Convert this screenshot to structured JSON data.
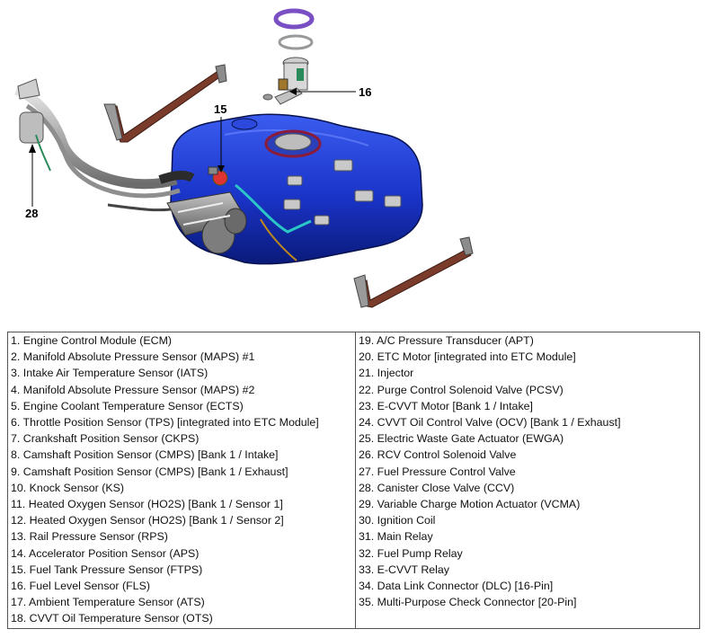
{
  "callouts": {
    "label_15": "15",
    "label_16": "16",
    "label_28": "28"
  },
  "colors": {
    "tank": "#1f3fd6",
    "tank_dark": "#0b1f8a",
    "strap": "#7a3b2a",
    "canister": "#8a8a8a",
    "pump_ring": "#8a5fc9"
  },
  "legend": {
    "left": [
      "1. Engine Control Module (ECM)",
      "2. Manifold Absolute Pressure Sensor (MAPS) #1",
      "3. Intake Air Temperature Sensor (IATS)",
      "4. Manifold Absolute Pressure Sensor (MAPS) #2",
      "5. Engine Coolant Temperature Sensor (ECTS)",
      "6. Throttle Position Sensor (TPS) [integrated into ETC Module]",
      "7. Crankshaft Position Sensor (CKPS)",
      "8. Camshaft Position Sensor (CMPS) [Bank 1 / Intake]",
      "9. Camshaft Position Sensor (CMPS) [Bank 1 / Exhaust]",
      "10. Knock Sensor (KS)",
      "11. Heated Oxygen Sensor (HO2S) [Bank 1 / Sensor 1]",
      "12. Heated Oxygen Sensor (HO2S) [Bank 1 / Sensor 2]",
      "13. Rail Pressure Sensor (RPS)",
      "14. Accelerator Position Sensor (APS)",
      "15. Fuel Tank Pressure Sensor (FTPS)",
      "16. Fuel Level Sensor (FLS)",
      "17. Ambient Temperature Sensor (ATS)",
      "18. CVVT Oil Temperature Sensor (OTS)"
    ],
    "right": [
      "19. A/C Pressure Transducer (APT)",
      "20. ETC Motor [integrated into ETC Module]",
      "21. Injector",
      "22. Purge Control Solenoid Valve (PCSV)",
      "23. E-CVVT Motor [Bank 1 / Intake]",
      "24. CVVT Oil Control Valve (OCV) [Bank 1 / Exhaust]",
      "25. Electric Waste Gate Actuator (EWGA)",
      "26. RCV Control Solenoid Valve",
      "27. Fuel Pressure Control Valve",
      "28. Canister Close Valve (CCV)",
      "29. Variable Charge Motion Actuator (VCMA)",
      "30. Ignition Coil",
      "31. Main Relay",
      "32. Fuel Pump Relay",
      "33. E-CVVT Relay",
      "34. Data Link Connector (DLC) [16-Pin]",
      "35. Multi-Purpose Check Connector [20-Pin]"
    ]
  }
}
